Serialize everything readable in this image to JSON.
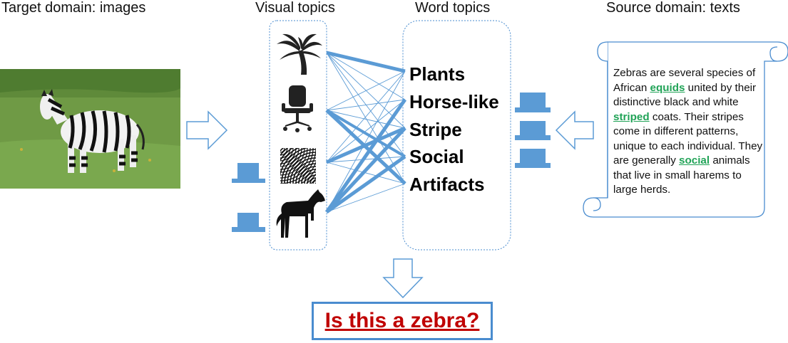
{
  "headers": {
    "target": "Target domain: images",
    "visual": "Visual topics",
    "word": "Word topics",
    "source": "Source domain: texts"
  },
  "visual_topics": [
    "palm-tree",
    "office-chair",
    "stripe-pattern",
    "horse"
  ],
  "word_topics": [
    "Plants",
    "Horse-like",
    "Stripe",
    "Social",
    "Artifacts"
  ],
  "source_text": {
    "t1": "Zebras are several species of African ",
    "kw1": "equids",
    "t2": " united by their distinctive black and white ",
    "kw2": "striped",
    "t3": " coats. Their stripes come in different patterns, unique to each individual. They are generally ",
    "kw3": "social",
    "t4": " animals that live in small harems to large herds."
  },
  "question": "Is this a zebra?",
  "colors": {
    "accent": "#5b9bd5",
    "box_border": "#4a8ccf",
    "keyword": "#21a357",
    "question": "#c00000"
  }
}
